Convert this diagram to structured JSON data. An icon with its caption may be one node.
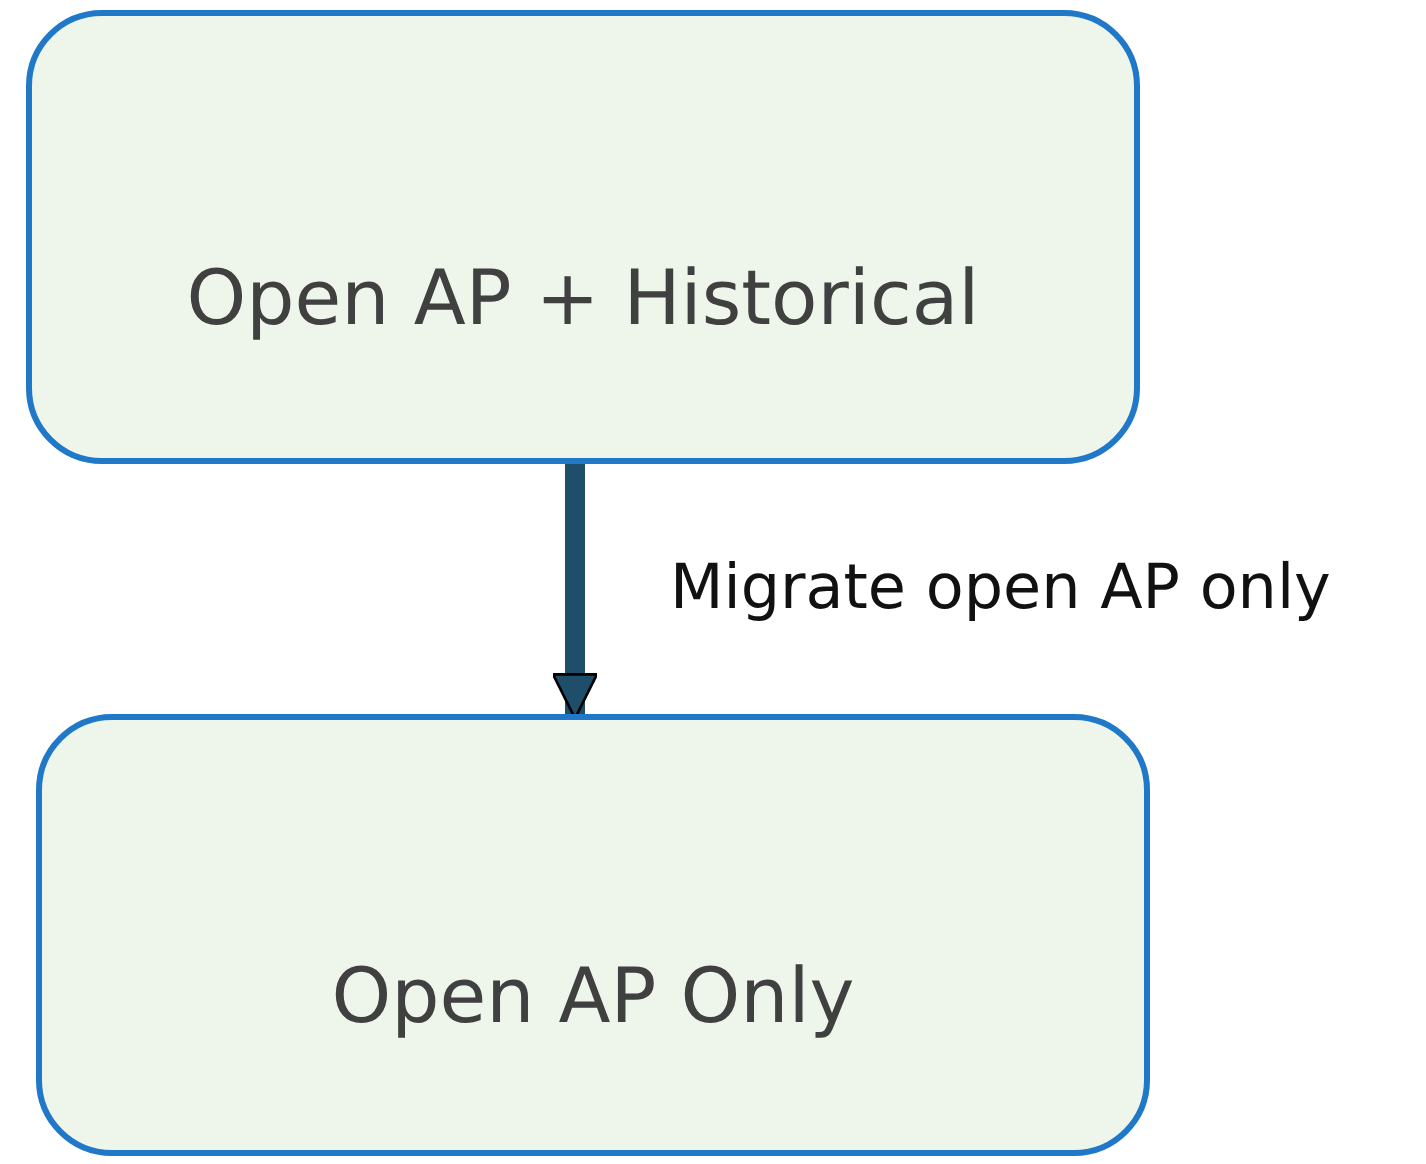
{
  "diagram": {
    "nodes": [
      {
        "text": [
          "Open AP + Historical"
        ]
      },
      {
        "text": [
          "Open AP Only"
        ]
      }
    ],
    "edges": [
      {
        "from": 0,
        "to": 1,
        "arrow": "to",
        "label": "Migrate open AP only"
      }
    ]
  }
}
